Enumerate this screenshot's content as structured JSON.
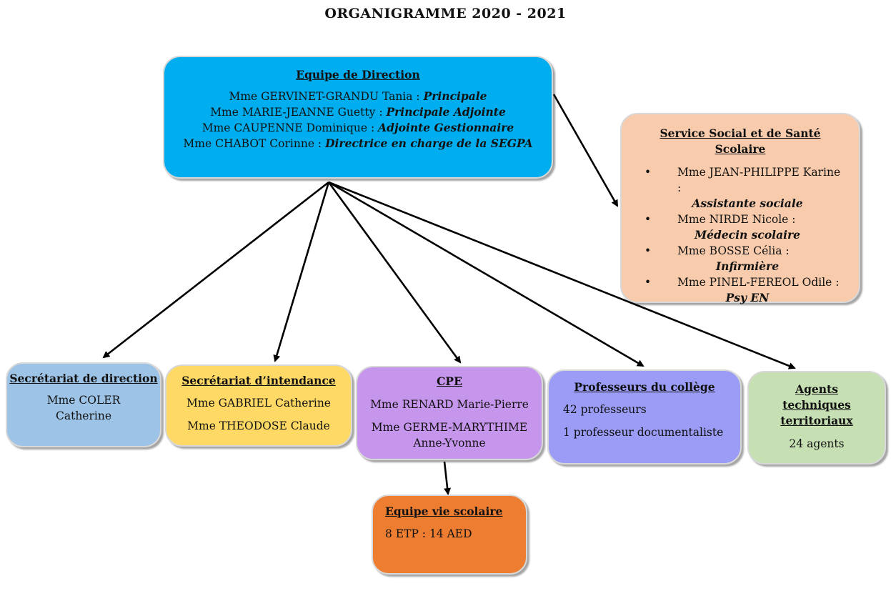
{
  "title": "ORGANIGRAMME  2020 - 2021",
  "direction": {
    "heading": "Equipe de Direction",
    "members": [
      {
        "name": "Mme GERVINET-GRANDU Tania : ",
        "role": "Principale"
      },
      {
        "name": "Mme MARIE-JEANNE Guetty : ",
        "role": "Principale Adjointe"
      },
      {
        "name": "Mme CAUPENNE Dominique : ",
        "role": "Adjointe Gestionnaire"
      },
      {
        "name": "Mme CHABOT Corinne : ",
        "role": "Directrice en charge de la SEGPA"
      }
    ]
  },
  "social": {
    "heading": "Service Social et de Santé Scolaire",
    "members": [
      {
        "name": "Mme JEAN-PHILIPPE Karine :",
        "role": "Assistante sociale"
      },
      {
        "name": "Mme NIRDE Nicole :",
        "role": "Médecin scolaire"
      },
      {
        "name": "Mme BOSSE Célia :",
        "role": "Infirmière"
      },
      {
        "name": "Mme PINEL-FEREOL Odile :",
        "role": "Psy EN"
      }
    ]
  },
  "secretariat_direction": {
    "heading": "Secrétariat de direction",
    "members": [
      "Mme COLER Catherine"
    ]
  },
  "secretariat_intendance": {
    "heading": "Secrétariat d’intendance",
    "members": [
      "Mme GABRIEL Catherine",
      "Mme THEODOSE Claude"
    ]
  },
  "cpe": {
    "heading": "CPE",
    "members": [
      "Mme RENARD Marie-Pierre",
      "Mme GERME-MARYTHIME Anne-Yvonne"
    ]
  },
  "professeurs": {
    "heading": "Professeurs du collège",
    "lines": [
      "42 professeurs",
      "1 professeur documentaliste"
    ]
  },
  "agents": {
    "heading": "Agents techniques territoriaux",
    "lines": [
      "24 agents"
    ]
  },
  "vie_scolaire": {
    "heading": "Equipe vie scolaire",
    "lines": [
      "8 ETP : 14 AED"
    ]
  }
}
